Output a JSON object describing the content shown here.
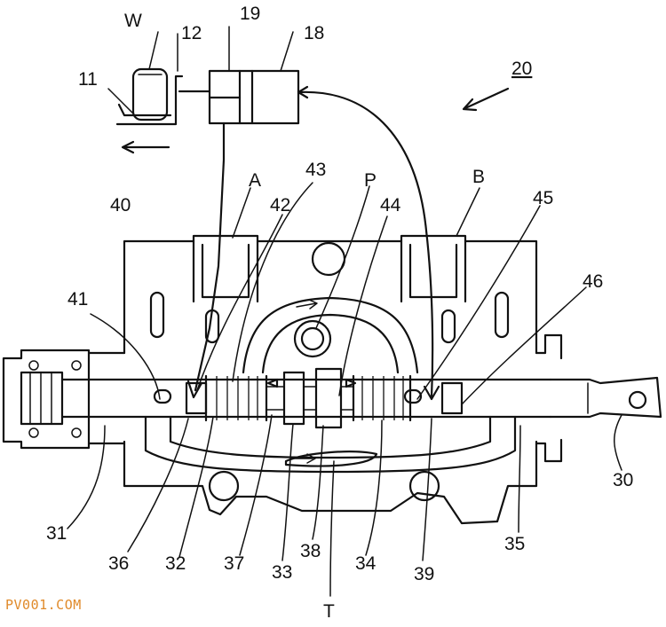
{
  "figure": {
    "reference_numerals": {
      "W": "W",
      "n12": "12",
      "n19": "19",
      "n18": "18",
      "n11": "11",
      "n20": "20",
      "n43": "43",
      "A": "A",
      "P": "P",
      "B": "B",
      "n40": "40",
      "n42": "42",
      "n44": "44",
      "n45": "45",
      "n46": "46",
      "n41": "41",
      "n30": "30",
      "n31": "31",
      "n35": "35",
      "n36": "36",
      "n32": "32",
      "n37": "37",
      "n33": "33",
      "n38": "38",
      "n34": "34",
      "n39": "39",
      "T": "T"
    }
  },
  "watermark": "PV001.COM",
  "colors": {
    "line": "#111111",
    "watermark": "#e08a2a",
    "background": "#ffffff"
  }
}
